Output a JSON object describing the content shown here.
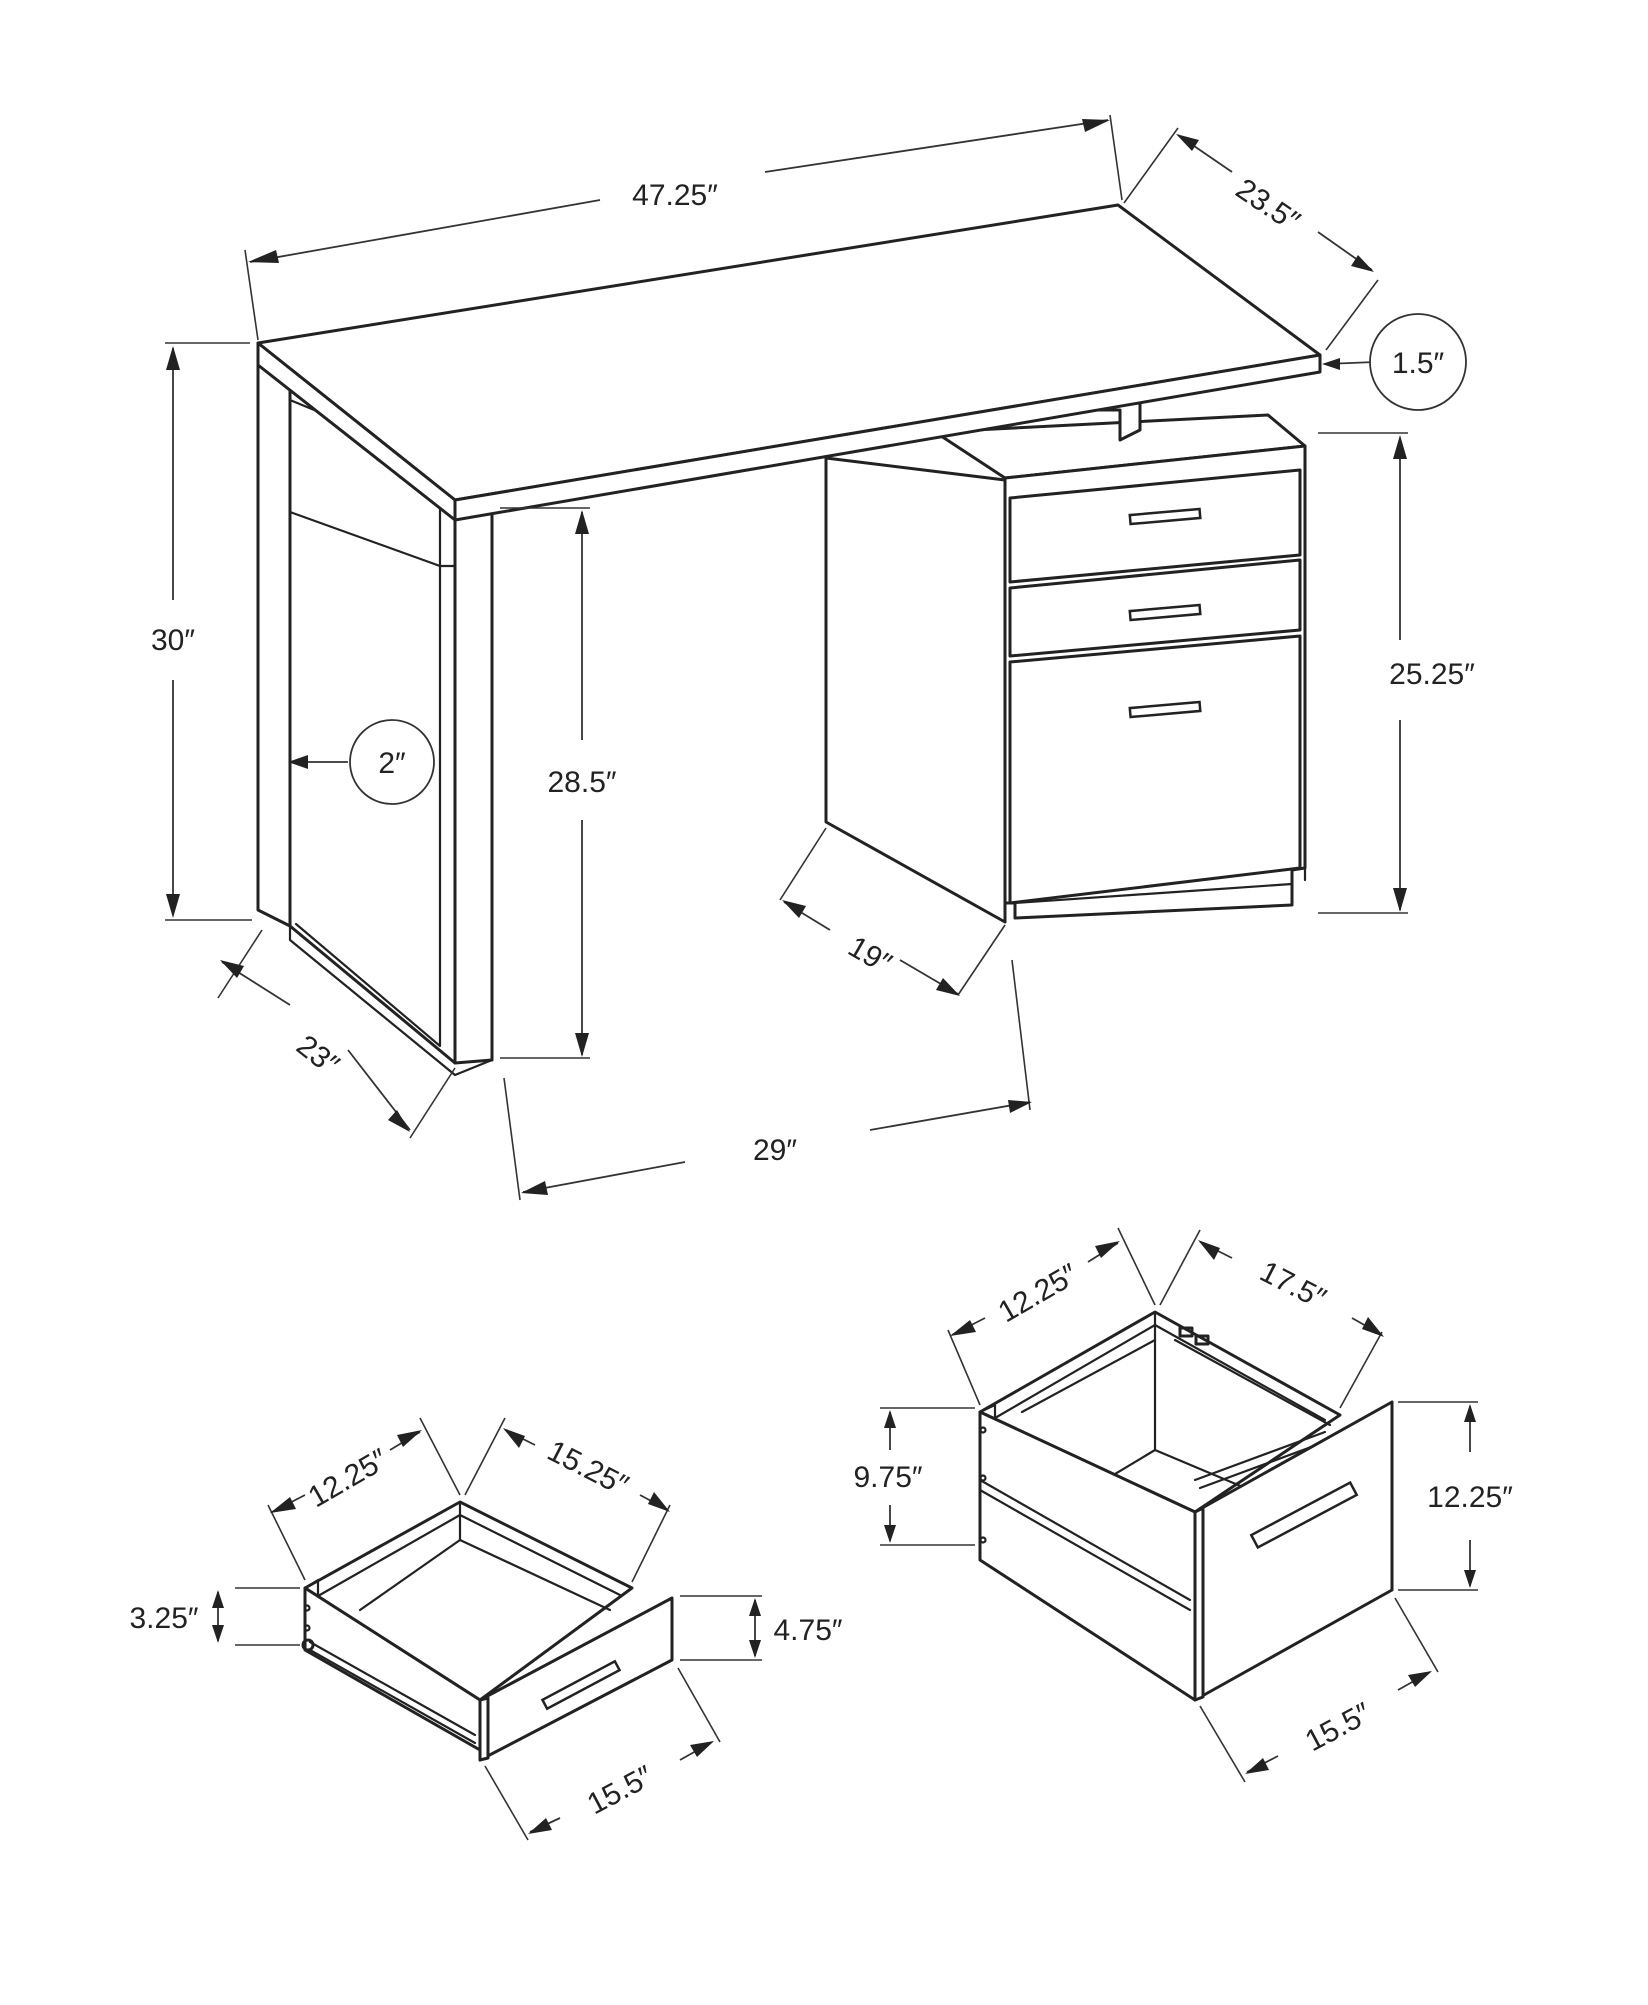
{
  "diagram": {
    "colors": {
      "line": "#222222",
      "background": "#ffffff"
    },
    "desk_dimensions": {
      "top_width": "47.25″",
      "top_depth": "23.5″",
      "top_thickness": "1.5″",
      "total_height": "30″",
      "leg_thickness": "2″",
      "knee_clearance_height": "28.5″",
      "pedestal_height": "25.25″",
      "leg_depth": "23″",
      "pedestal_depth": "19″",
      "knee_clearance_width": "29″"
    },
    "small_drawer": {
      "depth_top": "12.25″",
      "width_top": "15.25″",
      "inner_height": "3.25″",
      "front_height": "4.75″",
      "front_width": "15.5″"
    },
    "file_drawer": {
      "depth_top": "12.25″",
      "width_top": "17.5″",
      "inner_height": "9.75″",
      "front_height": "12.25″",
      "front_width": "15.5″"
    }
  }
}
